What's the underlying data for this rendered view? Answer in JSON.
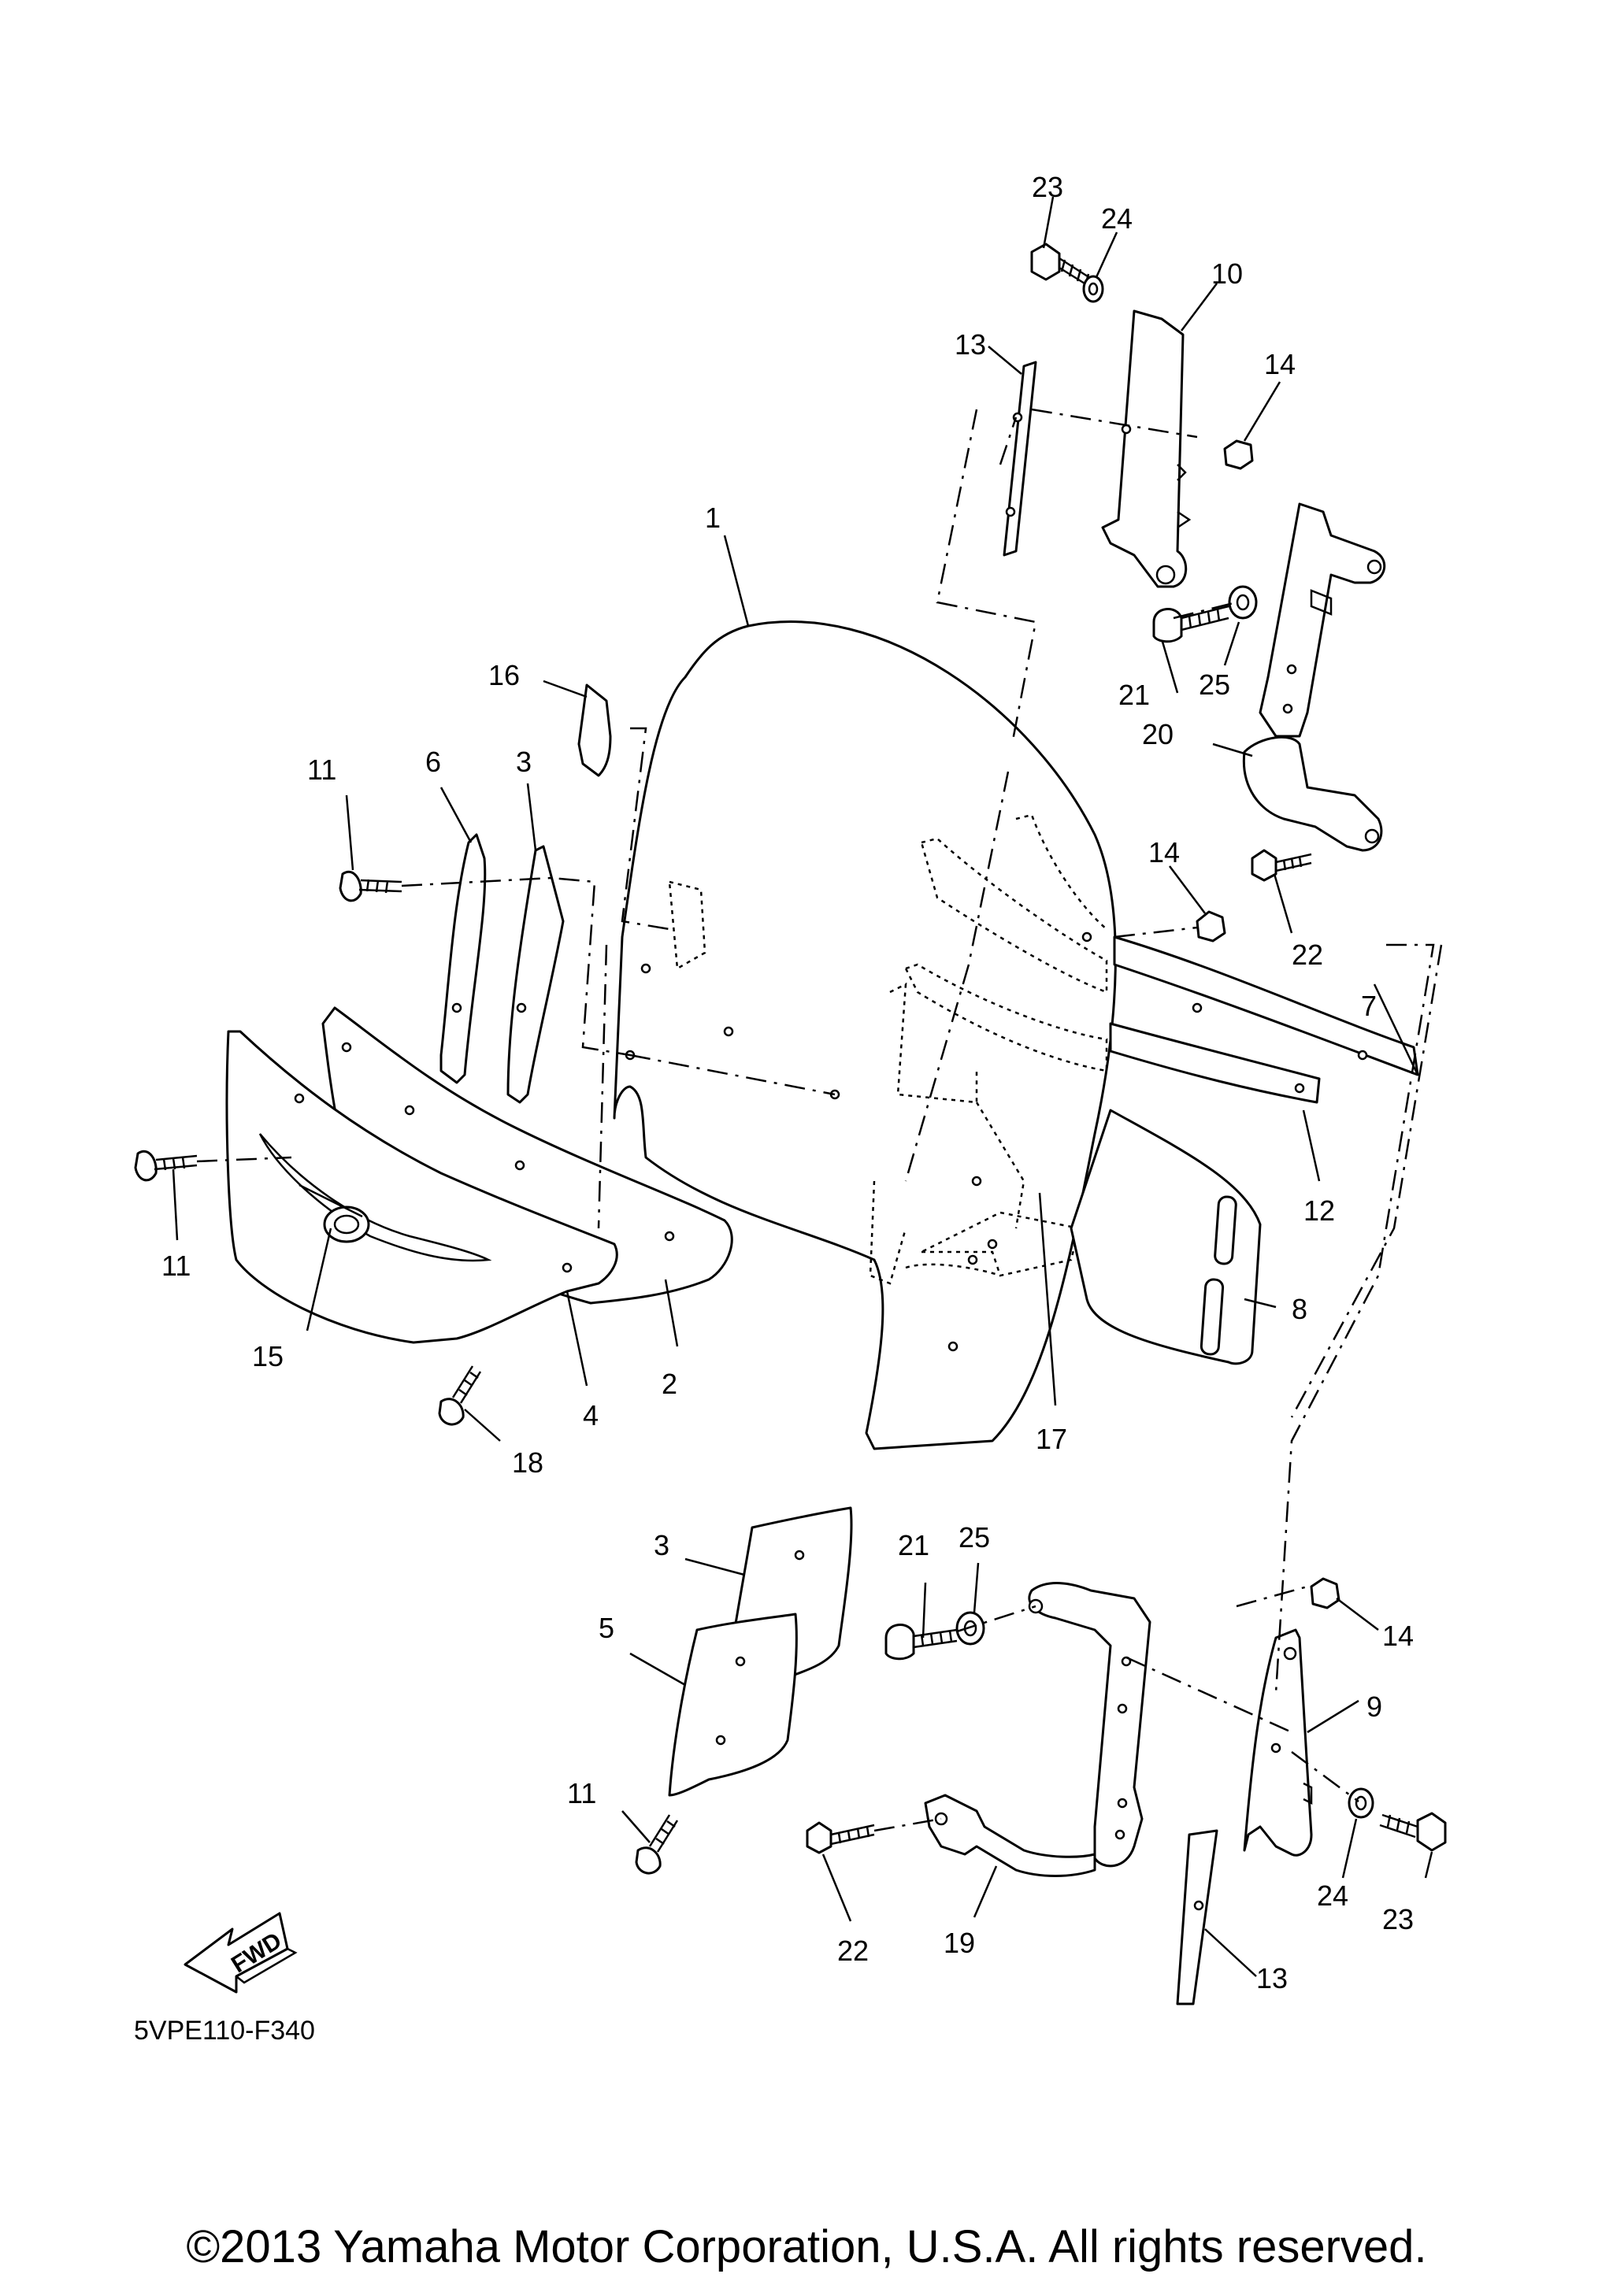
{
  "diagram": {
    "code": "5VPE110-F340",
    "fwd_label": "FWD",
    "copyright": "©2013 Yamaha Motor Corporation, U.S.A. All rights reserved.",
    "callouts": {
      "c1": "1",
      "c2": "2",
      "c3a": "3",
      "c3b": "3",
      "c4": "4",
      "c5": "5",
      "c6": "6",
      "c7": "7",
      "c8": "8",
      "c9": "9",
      "c10": "10",
      "c11a": "11",
      "c11b": "11",
      "c11c": "11",
      "c12": "12",
      "c13a": "13",
      "c13b": "13",
      "c14a": "14",
      "c14b": "14",
      "c14c": "14",
      "c15": "15",
      "c16": "16",
      "c17": "17",
      "c18": "18",
      "c19": "19",
      "c20": "20",
      "c21a": "21",
      "c21b": "21",
      "c22a": "22",
      "c22b": "22",
      "c23a": "23",
      "c23b": "23",
      "c24a": "24",
      "c24b": "24",
      "c25a": "25",
      "c25b": "25"
    }
  }
}
